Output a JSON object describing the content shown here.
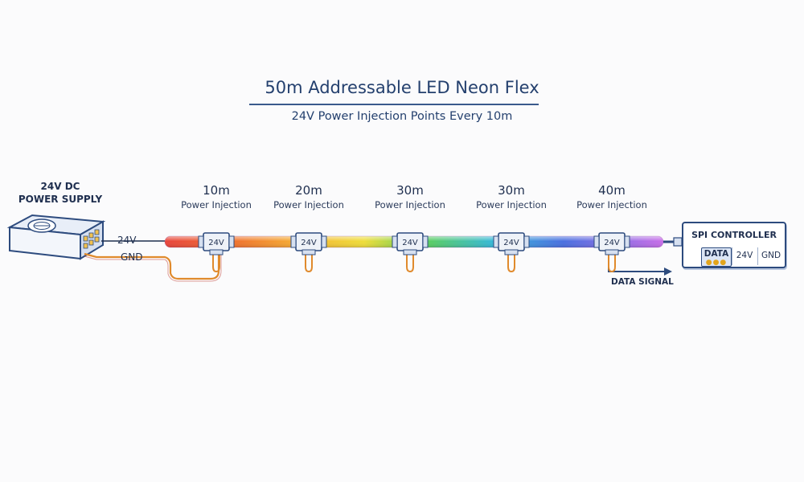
{
  "title": "50m Addressable LED Neon Flex",
  "subtitle": "24V Power Injection Points Every 10m",
  "power_supply": {
    "label_line1": "24V DC",
    "label_line2": "POWER SUPPLY"
  },
  "wires": {
    "positive": "24V",
    "ground": "GND"
  },
  "injection_points": [
    {
      "distance": "10m",
      "label": "Power Injection",
      "connector": "24V"
    },
    {
      "distance": "20m",
      "label": "Power Injection",
      "connector": "24V"
    },
    {
      "distance": "30m",
      "label": "Power Injection",
      "connector": "24V"
    },
    {
      "distance": "30m",
      "label": "Power Injection",
      "connector": "24V"
    },
    {
      "distance": "40m",
      "label": "Power Injection",
      "connector": "24V"
    }
  ],
  "controller": {
    "title": "SPI CONTROLLER",
    "terminals": {
      "data": "DATA",
      "v24": "24V",
      "gnd": "GND"
    }
  },
  "data_signal": "DATA SIGNAL",
  "colors": {
    "accent": "#2d4b7e",
    "wire_red": "#c0392b",
    "wire_orange": "#e08a2c",
    "strip": [
      "#e8453c",
      "#f28b30",
      "#f7d338",
      "#5ccf5a",
      "#36b8d8",
      "#4a6fe0",
      "#9b5ee6",
      "#c86ee8"
    ]
  },
  "icons": [
    "power-supply-icon",
    "fan-icon",
    "connector-icon",
    "arrow-right-icon"
  ]
}
